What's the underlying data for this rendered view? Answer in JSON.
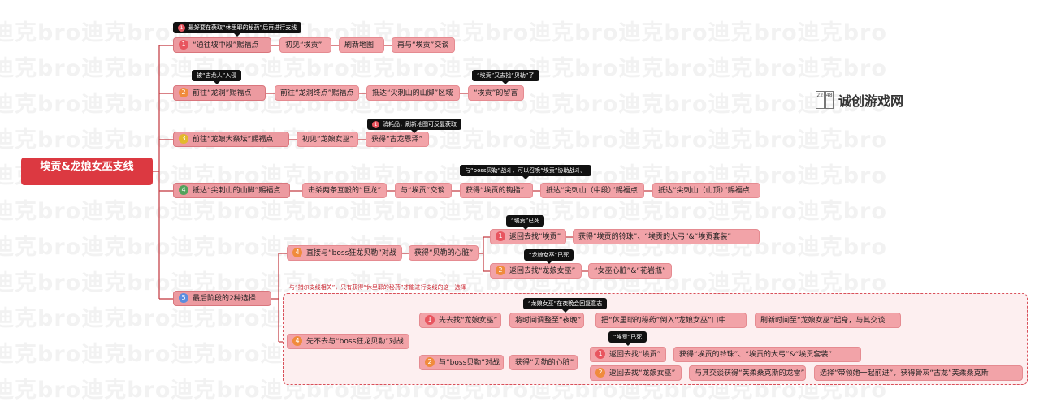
{
  "watermark_text": "迪克bro迪克bro迪克bro迪克bro迪克bro迪克bro迪克bro迪克bro迪克bro迪克bro",
  "logo": {
    "text": "诚创游戏网",
    "glyphs": [
      "22",
      "48"
    ]
  },
  "root": "埃贡&龙娘女巫支线",
  "notes": {
    "n1": "最好要在获取“休里耶的秘药”后再进行支线",
    "n2": "被“古龙人”入侵",
    "n3": "“埃贡”又去找“贝勒”了",
    "n4": "消耗品，刷新地图可反复获取",
    "n5": "与“boss贝勒”战斗，可以召唤“埃贡”协助战斗。",
    "n6": "“埃贡”已死",
    "n7": "“龙娘女巫”已死",
    "n8": "与“措尔支线相关”，只有获得“休里耶的秘药”才能进行支线的这一选择",
    "n9": "“龙娘女巫”在夜晚会回复意志",
    "n10": "“埃贡”已死"
  },
  "branches": {
    "b1": {
      "num": "1",
      "label": "“通往坡中段”赐福点",
      "steps": [
        "初见“埃贡”",
        "刷新地图",
        "再与“埃贡”交谈"
      ]
    },
    "b2": {
      "num": "2",
      "label": "前往“龙洞”赐福点",
      "steps": [
        "前往“龙洞终点”赐福点",
        "抵达“尖刺山的山脚”区域",
        "“埃贡”的留言"
      ]
    },
    "b3": {
      "num": "3",
      "label": "前往“龙娘大祭坛”赐福点",
      "steps": [
        "初见“龙娘女巫”",
        "获得“古龙恩泽”"
      ]
    },
    "b4": {
      "num": "4",
      "label": "抵达“尖刺山的山脚”赐福点",
      "steps": [
        "击杀两条互殴的“巨龙”",
        "与“埃贡”交谈",
        "获得“埃贡的钩指”",
        "抵达“尖刺山（中段）”赐福点",
        "抵达“尖刺山（山顶）”赐福点"
      ]
    },
    "b5": {
      "num": "5",
      "label": "最后阶段的2种选择",
      "optA": {
        "num": "4",
        "label": "直接与“boss狂龙贝勒”对战",
        "result": "获得“贝勒的心脏”",
        "s1": {
          "num": "1",
          "label": "返回去找“埃贡”",
          "result": "获得“埃贡的铃珠”、“埃贡的大弓”&“埃贡套装”"
        },
        "s2": {
          "num": "2",
          "label": "返回去找“龙娘女巫”",
          "result": "“女巫心脏”&“花岩瓶”"
        }
      },
      "optB": {
        "num": "4",
        "label": "先不去与“boss狂龙贝勒”对战",
        "p1": {
          "num": "1",
          "label": "先去找“龙娘女巫”",
          "steps": [
            "将时间调整至“夜晚”",
            "把“休里耶的秘药”倒入“龙娘女巫”口中",
            "刷新时间至“龙娘女巫”起身，与其交谈"
          ]
        },
        "p2": {
          "num": "2",
          "label": "与“boss贝勒”对战",
          "result": "获得“贝勒的心脏”",
          "s1": {
            "num": "1",
            "label": "返回去找“埃贡”",
            "result": "获得“埃贡的铃珠”、“埃贡的大弓”&“埃贡套装”"
          },
          "s2": {
            "num": "2",
            "label": "返回去找“龙娘女巫”",
            "steps": [
              "与其交谈获得“芙柔桑克斯的龙雷”",
              "选择“带领她一起前进”，获得骨灰“古龙”芙柔桑克斯"
            ]
          }
        }
      }
    }
  },
  "colors": {
    "root": "#dc3941",
    "node": "#f2a3a8",
    "line": "#c2353c",
    "dashed_border": "#d9505a"
  }
}
